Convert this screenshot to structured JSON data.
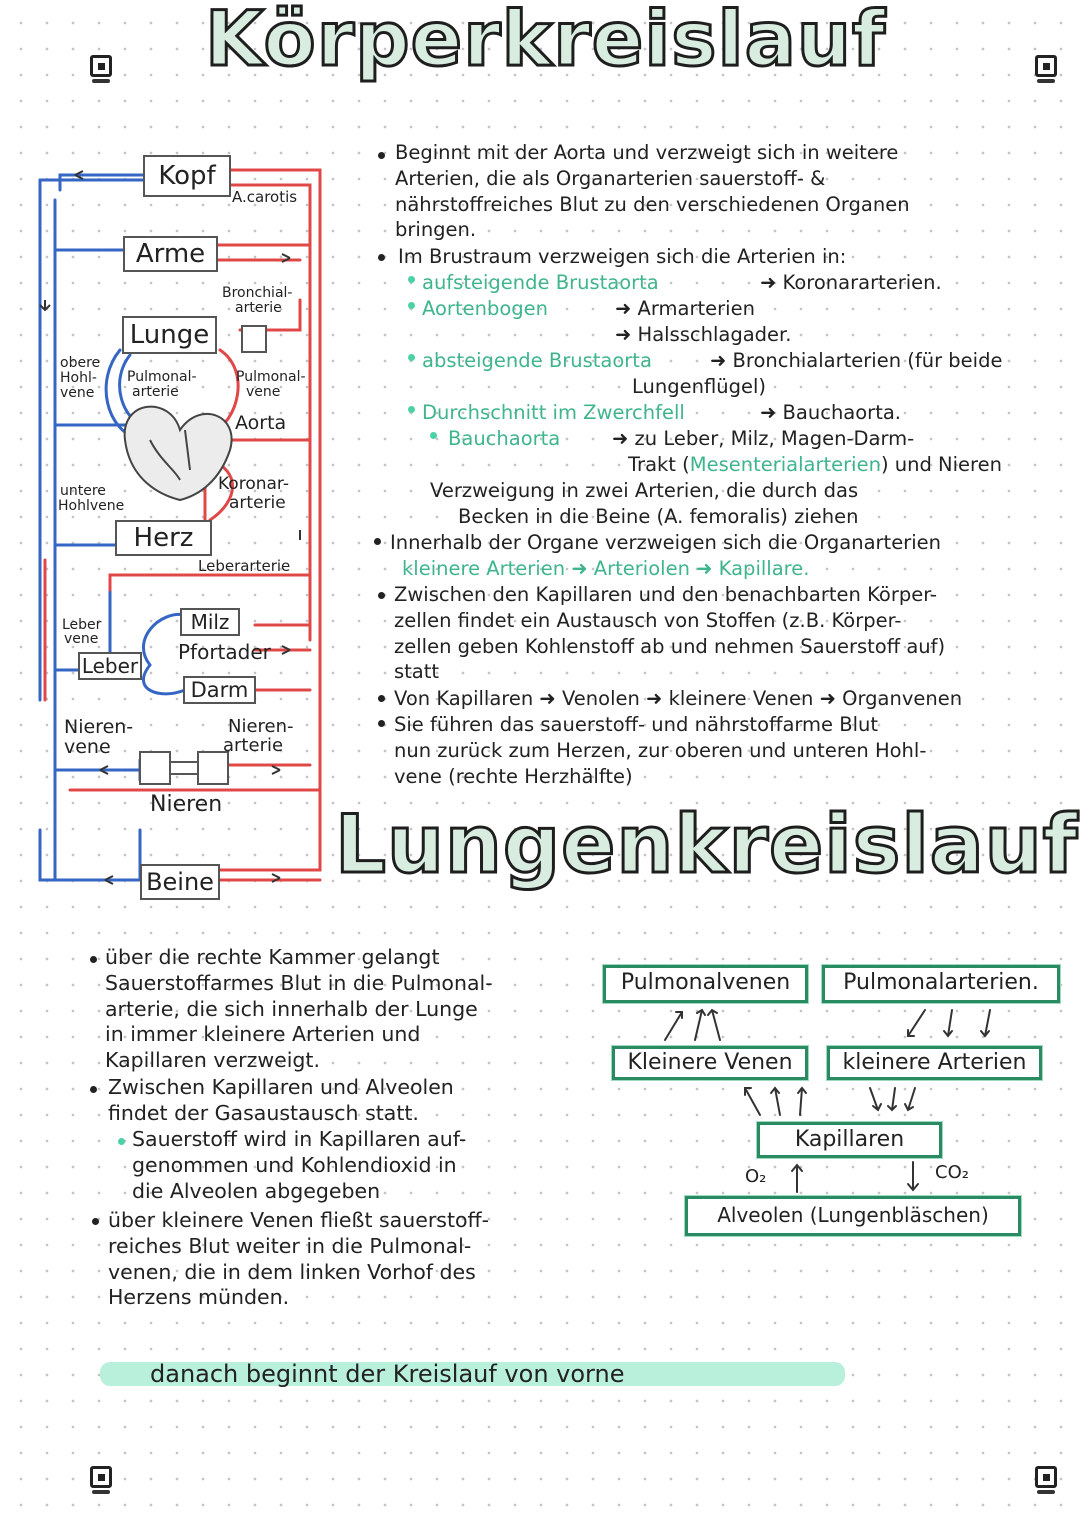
{
  "titles": {
    "koerper": "Körperkreislauf",
    "lungen": "Lungenkreislauf"
  },
  "diagram": {
    "boxes": {
      "kopf": "Kopf",
      "arme": "Arme",
      "lunge": "Lunge",
      "herz": "Herz",
      "milz": "Milz",
      "pfortader": "Pfortader",
      "darm": "Darm",
      "leber": "Leber",
      "nieren": "Nieren",
      "beine": "Beine"
    },
    "labels": {
      "a_carotis": "A.carotis",
      "bronchialarterie_1": "Bronchial-",
      "bronchialarterie_2": "arterie",
      "obere_hohlvene_1": "obere",
      "obere_hohlvene_2": "Hohl-",
      "obere_hohlvene_3": "vene",
      "pulmonalarterie_1": "Pulmonal-",
      "pulmonalarterie_2": "arterie",
      "pulmonalvene_1": "Pulmonal-",
      "pulmonalvene_2": "vene",
      "aorta": "Aorta",
      "untere_hohlvene_1": "untere",
      "untere_hohlvene_2": "Hohlvene",
      "koronararterie_1": "Koronar-",
      "koronararterie_2": "arterie",
      "leberarterie": "Leberarterie",
      "lebervene_1": "Leber",
      "lebervene_2": "vene",
      "nierenvene_1": "Nieren-",
      "nierenvene_2": "vene",
      "nierenarterie_1": "Nieren-",
      "nierenarterie_2": "arterie"
    },
    "colors": {
      "artery": "#e04848",
      "vein": "#3566c4",
      "heart": "#6a6a6a"
    }
  },
  "koerper_text": [
    "Beginnt mit der Aorta und verzweigt sich in weitere",
    "Arterien, die als Organarterien sauerstoff- &",
    "nährstoffreiches Blut zu den verschiedenen Organen",
    "bringen.",
    "Im Brustraum verzweigen sich die Arterien in:",
    "aufsteigende Brustaorta",
    "➜ Koronararterien.",
    "Aortenbogen",
    "➜ Armarterien",
    "➜ Halsschlagader.",
    "absteigende Brustaorta",
    "➜ Bronchialarterien (für beide",
    "Lungenflügel)",
    "Durchschnitt im Zwerchfell",
    "➜ Bauchaorta.",
    "Bauchaorta",
    "➜ zu Leber, Milz, Magen-Darm-",
    "Trakt (",
    "Mesenterialarterien",
    ") und Nieren",
    "Verzweigung in zwei Arterien, die durch das",
    "Becken in die Beine (A. femoralis) ziehen",
    "Innerhalb der Organe verzweigen sich die Organarterien",
    "kleinere Arterien ➜ Arteriolen ➜ Kapillare.",
    "Zwischen den Kapillaren und den benachbarten Körper-",
    "zellen findet ein Austausch von Stoffen (z.B. Körper-",
    "zellen geben Kohlenstoff ab und nehmen Sauerstoff auf)",
    "statt",
    "Von Kapillaren ➜ Venolen ➜ kleinere Venen ➜ Organvenen",
    "Sie führen das sauerstoff- und nährstoffarme Blut",
    "nun zurück zum Herzen, zur oberen und unteren Hohl-",
    "vene (rechte Herzhälfte)"
  ],
  "lungen_text": [
    "über die rechte Kammer gelangt",
    "Sauerstoffarmes Blut in die Pulmonal-",
    "arterie, die sich innerhalb der Lunge",
    "in immer kleinere Arterien und",
    "Kapillaren verzweigt.",
    "Zwischen Kapillaren und Alveolen",
    "findet der Gasaustausch statt.",
    "Sauerstoff wird in Kapillaren auf-",
    "genommen und Kohlendioxid in",
    "die Alveolen abgegeben",
    "über kleinere Venen fließt sauerstoff-",
    "reiches Blut weiter in die Pulmonal-",
    "venen, die in dem linken Vorhof des",
    "Herzens münden."
  ],
  "flow": {
    "pulmonalvenen": "Pulmonalvenen",
    "pulmonalarterien": "Pulmonalarterien.",
    "kleinere_venen": "Kleinere Venen",
    "kleinere_arterien": "kleinere Arterien",
    "kapillaren": "Kapillaren",
    "o2": "O₂",
    "co2": "CO₂",
    "alveolen": "Alveolen (Lungenbläschen)"
  },
  "final": "danach beginnt der Kreislauf von vorne"
}
